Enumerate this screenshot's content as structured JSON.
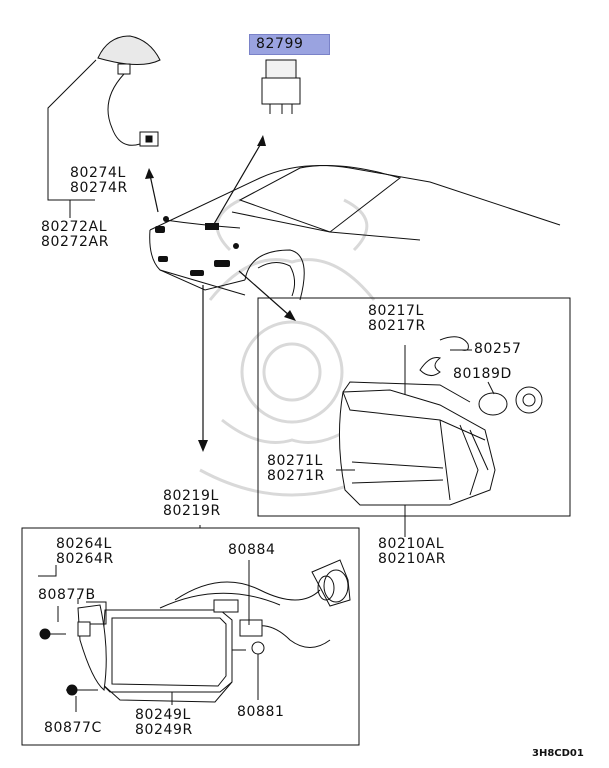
{
  "highlight": {
    "part": "82799",
    "color": "#9aa3e0"
  },
  "labels": {
    "p80274": "80274L\n80274R",
    "p80272": "80272AL\n80272AR",
    "p80217": "80217L\n80217R",
    "p80257": "80257",
    "p80189": "80189D",
    "p80271": "80271L\n80271R",
    "p80210": "80210AL\n80210AR",
    "p80219": "80219L\n80219R",
    "p80264": "80264L\n80264R",
    "p80884": "80884",
    "p80877b": "80877B",
    "p80881": "80881",
    "p80249": "80249L\n80249R",
    "p80877c": "80877C"
  },
  "diagram_code": "3H8CD01",
  "colors": {
    "line": "#111111",
    "watermark": "#d8d8d8"
  }
}
